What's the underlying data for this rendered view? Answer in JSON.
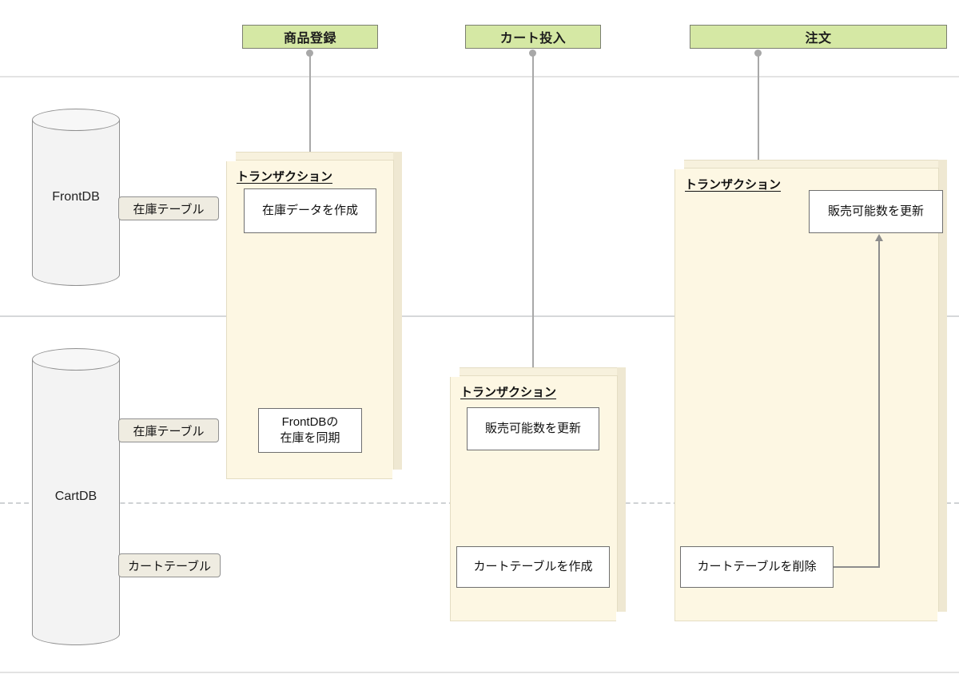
{
  "diagram": {
    "title_bar_phases": [
      {
        "label": "商品登録"
      },
      {
        "label": "カート投入"
      },
      {
        "label": "注文"
      }
    ],
    "databases": [
      {
        "name": "FrontDB"
      },
      {
        "name": "CartDB"
      }
    ],
    "table_tags": [
      {
        "label": "在庫テーブル"
      },
      {
        "label": "在庫テーブル"
      },
      {
        "label": "カートテーブル"
      }
    ],
    "transactions": [
      {
        "label": "トランザクション"
      },
      {
        "label": "トランザクション"
      },
      {
        "label": "トランザクション"
      }
    ],
    "steps": [
      {
        "label": "在庫データを作成"
      },
      {
        "label_line1": "FrontDBの",
        "label_line2": "在庫を同期"
      },
      {
        "label": "販売可能数を更新"
      },
      {
        "label": "カートテーブルを作成"
      },
      {
        "label": "販売可能数を更新"
      },
      {
        "label": "カートテーブルを削除"
      }
    ],
    "colors": {
      "phase_fill": "#d5e8a4",
      "phase_border": "#7b7f70",
      "transaction_fill": "#fdf7e3",
      "transaction_bevel": "#efe8d2",
      "step_border": "#6f6f6f",
      "tag_fill": "#efece1",
      "line": "#a8a8a8",
      "divider": "#e3e3e3",
      "canvas": "#ffffff"
    }
  }
}
